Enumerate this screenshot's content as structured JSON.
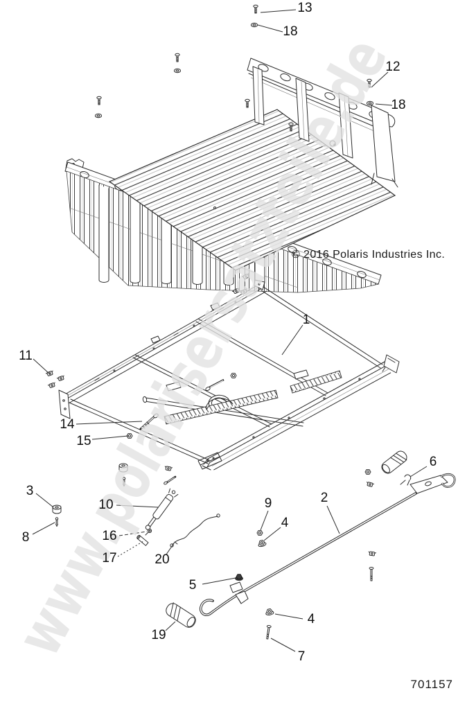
{
  "watermark": {
    "text": "www.polarisersatzteile.de"
  },
  "footer": {
    "copyright": "© 2016 Polaris Industries Inc.",
    "part_number": "701157"
  },
  "colors": {
    "line": "#2b2b2b",
    "watermark_fill": "#e2e2e2",
    "watermark_outline": "#b0b0b0",
    "background": "#ffffff"
  },
  "callouts": {
    "c13": "13",
    "c18a": "18",
    "c12": "12",
    "c18b": "18",
    "c1": "1",
    "c11": "11",
    "c14": "14",
    "c15": "15",
    "c3": "3",
    "c8": "8",
    "c10": "10",
    "c16": "16",
    "c17": "17",
    "c20": "20",
    "c9": "9",
    "c4a": "4",
    "c2": "2",
    "c6": "6",
    "c5": "5",
    "c19": "19",
    "c4b": "4",
    "c7": "7"
  }
}
